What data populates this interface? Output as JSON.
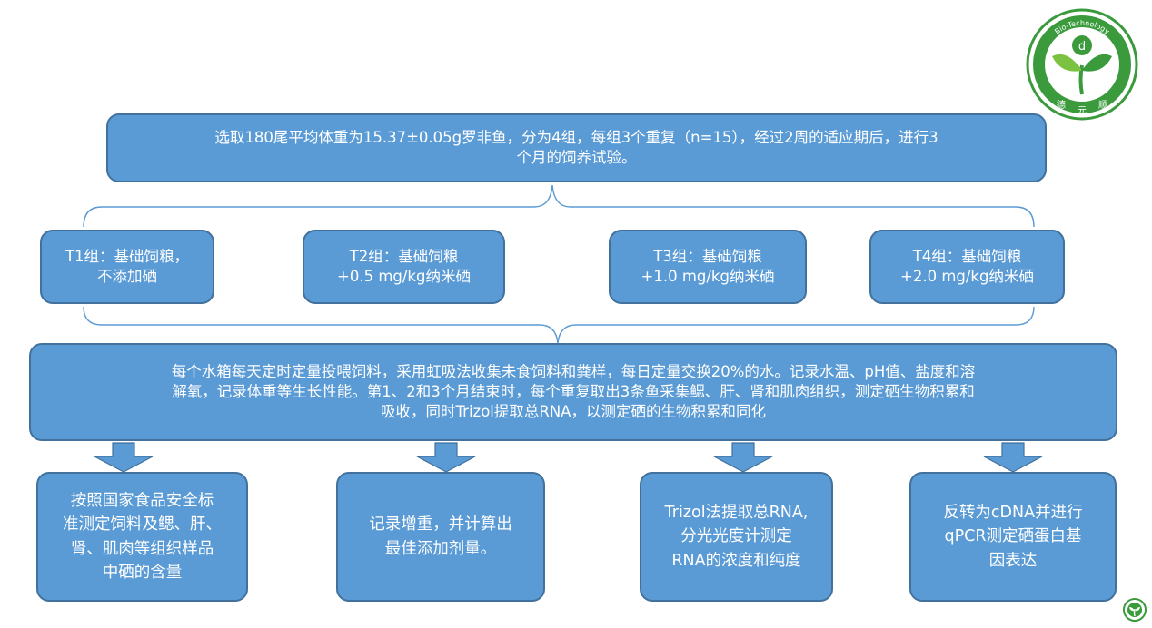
{
  "top_box": "选取180尾平均体重为15.37±0.05g罗非鱼，分为4组，每组3个重复（n=15），经过2周的适应期后，进行3\n个月的饲养试验。",
  "groups": [
    "T1组：基础饲粮，\n不添加硒",
    "T2组：基础饲粮\n+0.5 mg/kg纳米硒",
    "T3组：基础饲粮\n+1.0 mg/kg纳米硒",
    "T4组：基础饲粮\n+2.0 mg/kg纳米硒"
  ],
  "middle_box": "每个水箱每天定时定量投喂饲料，采用虹吸法收集未食饲料和粪样，每日定量交换20%的水。记录水温、pH值、盐度和溶\n解氧，记录体重等生长性能。第1、2和3个月结束时，每个重复取出3条鱼采集鳃、肝、肾和肌肉组织，测定硒生物积累和\n吸收，同时Trizol提取总RNA，以测定硒的生物积累和同化",
  "outcomes": [
    "按照国家食品安全标\n准测定饲料及鳃、肝、\n肾、肌肉等组织样品\n中硒的含量",
    "记录增重，并计算出\n最佳添加剂量。",
    "Trizol法提取总RNA,\n分光光度计测定\nRNA的浓度和纯度",
    "反转为cDNA并进行\nqPCR测定硒蛋白基\n因表达"
  ],
  "logo": {
    "ring_text": "Bio-Technology",
    "letter": "d",
    "chars": [
      "德",
      "元",
      "顺"
    ]
  },
  "colors": {
    "box_fill": "#5b9bd5",
    "box_border": "#41719c",
    "logo_green": "#3a9a3c"
  },
  "icons": [
    "brace-connector",
    "down-arrow-icon",
    "logo-icon",
    "corner-logo-icon"
  ]
}
